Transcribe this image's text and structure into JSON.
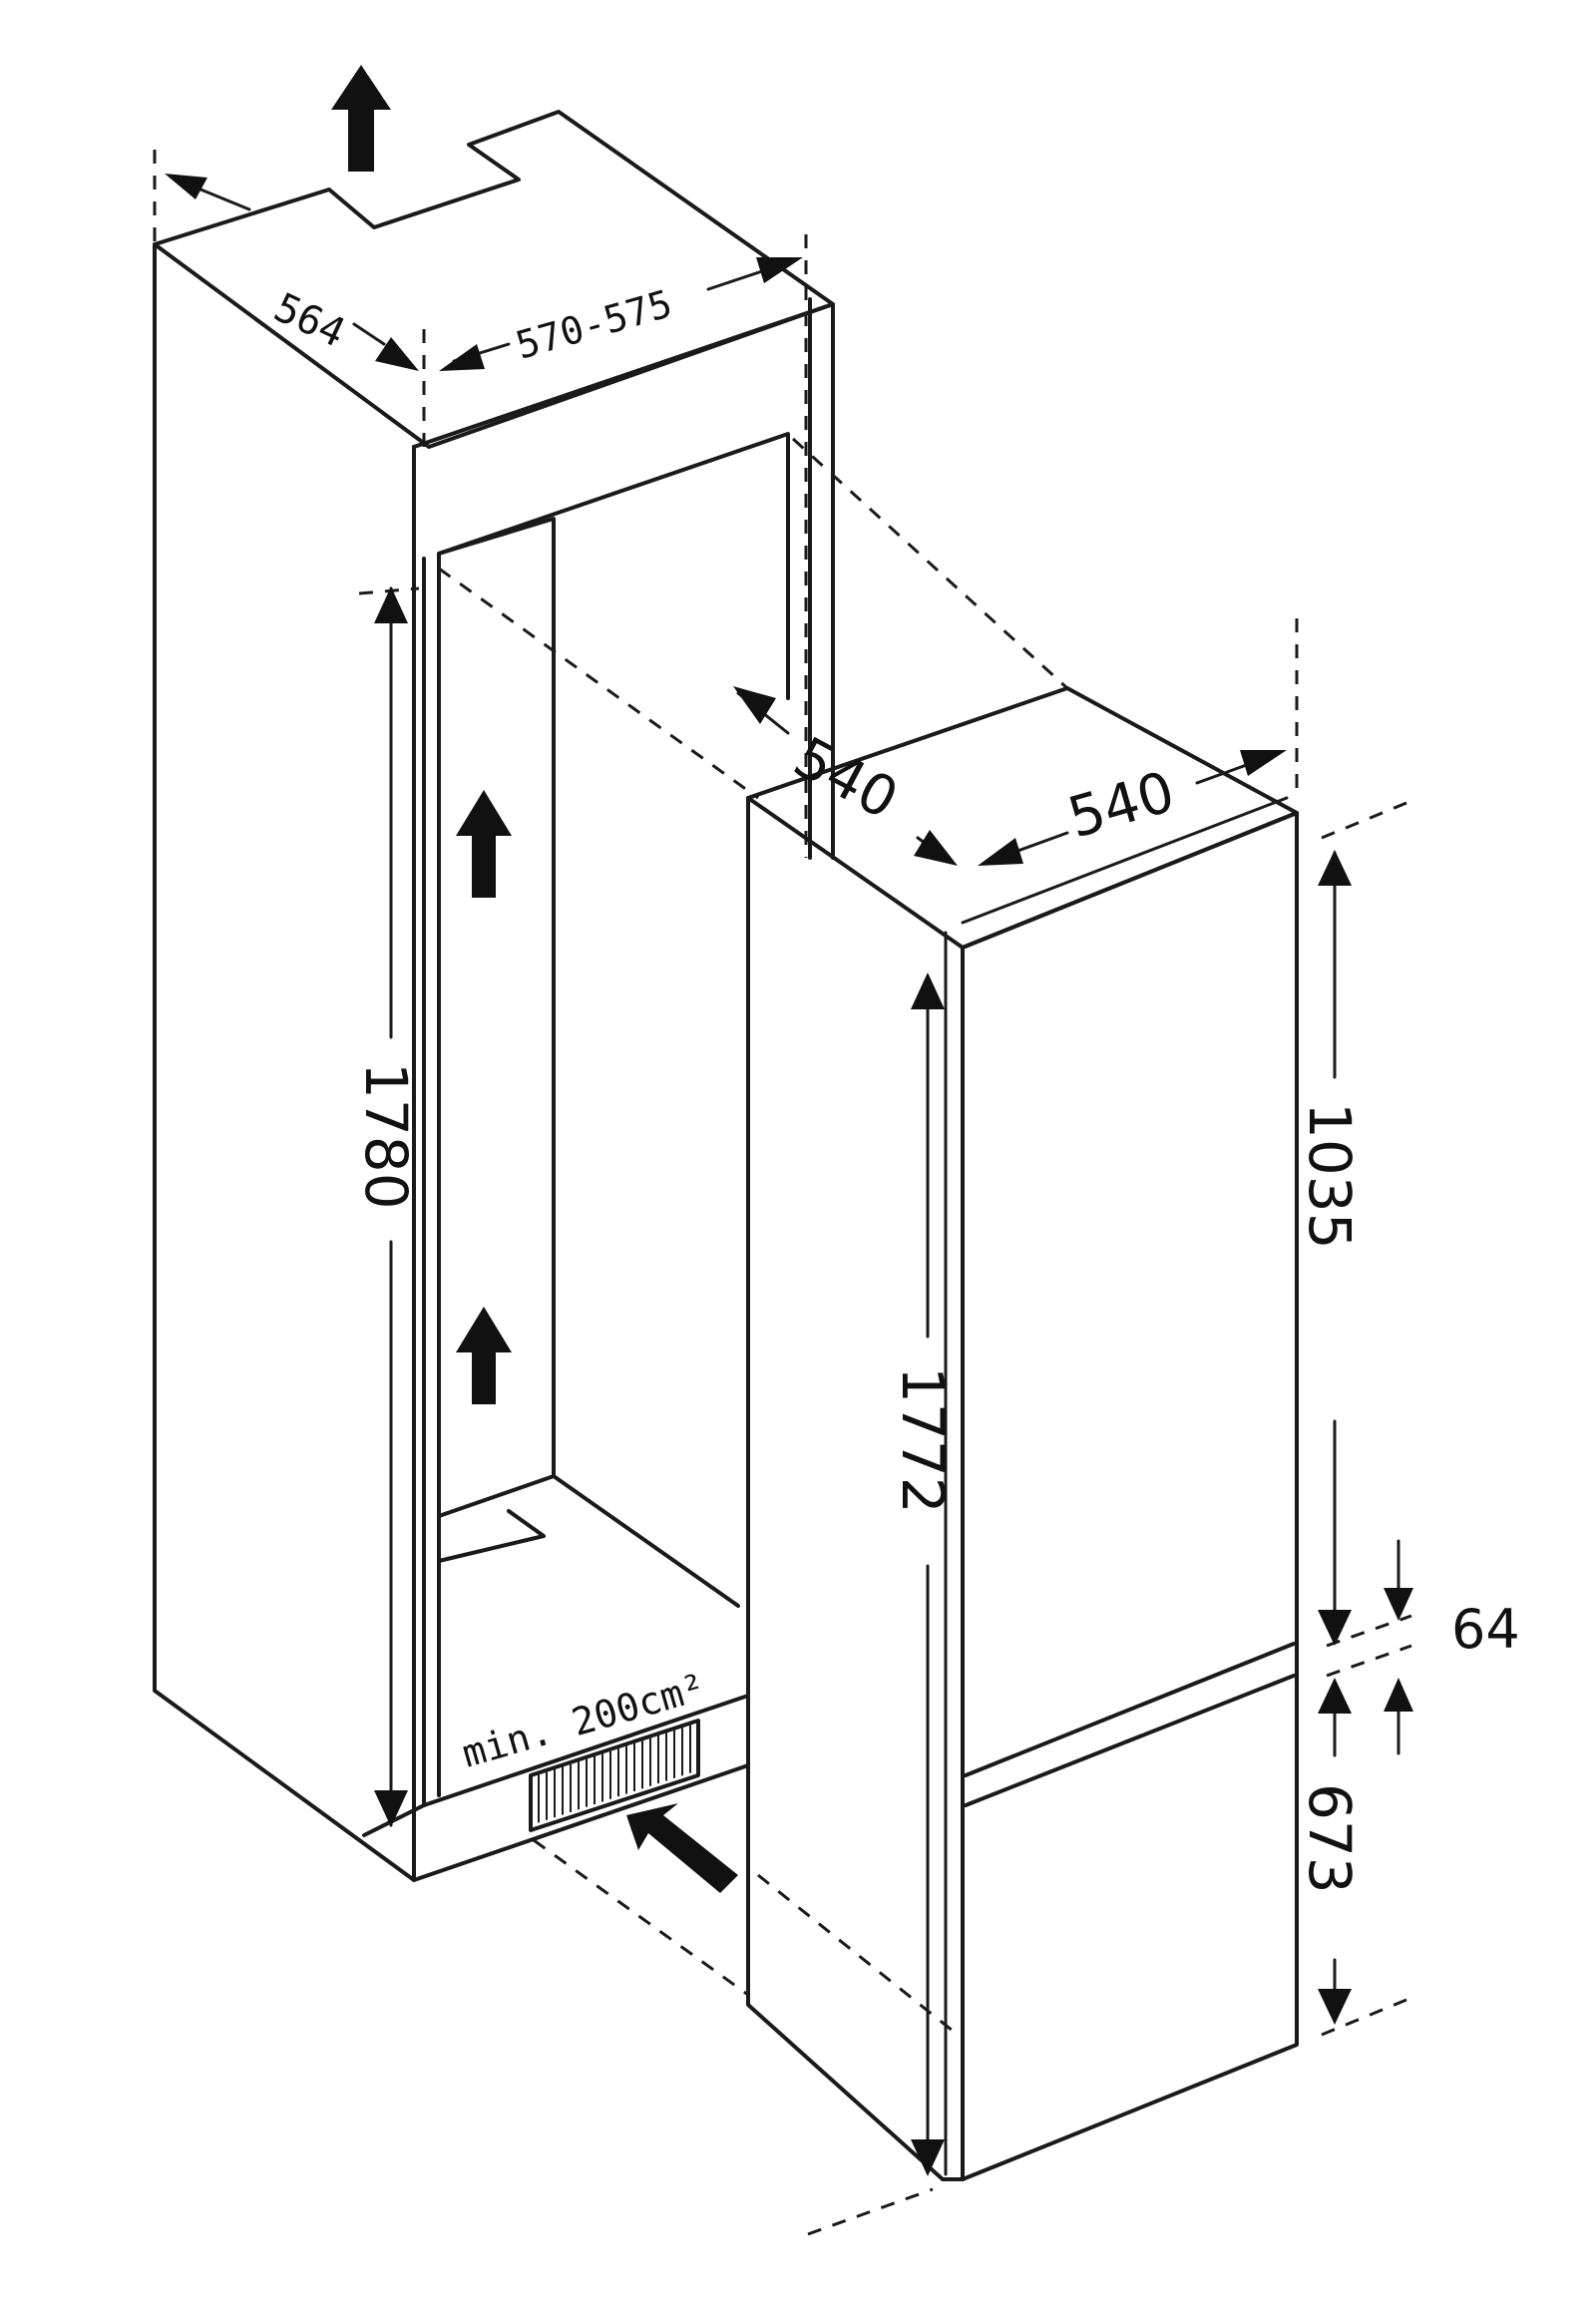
{
  "colors": {
    "ink": "#111111",
    "background": "#ffffff"
  },
  "niche": {
    "depth": "564",
    "width": "570-575",
    "height": "1780",
    "vent": "min. 200cm²"
  },
  "appliance": {
    "depth": "540",
    "width": "540",
    "height": "1772",
    "top_section": "1035",
    "gap": "64",
    "bottom_section": "673"
  },
  "icons": [
    "arrow-up-icon",
    "arrow-in-icon",
    "vent-grille-icon"
  ]
}
